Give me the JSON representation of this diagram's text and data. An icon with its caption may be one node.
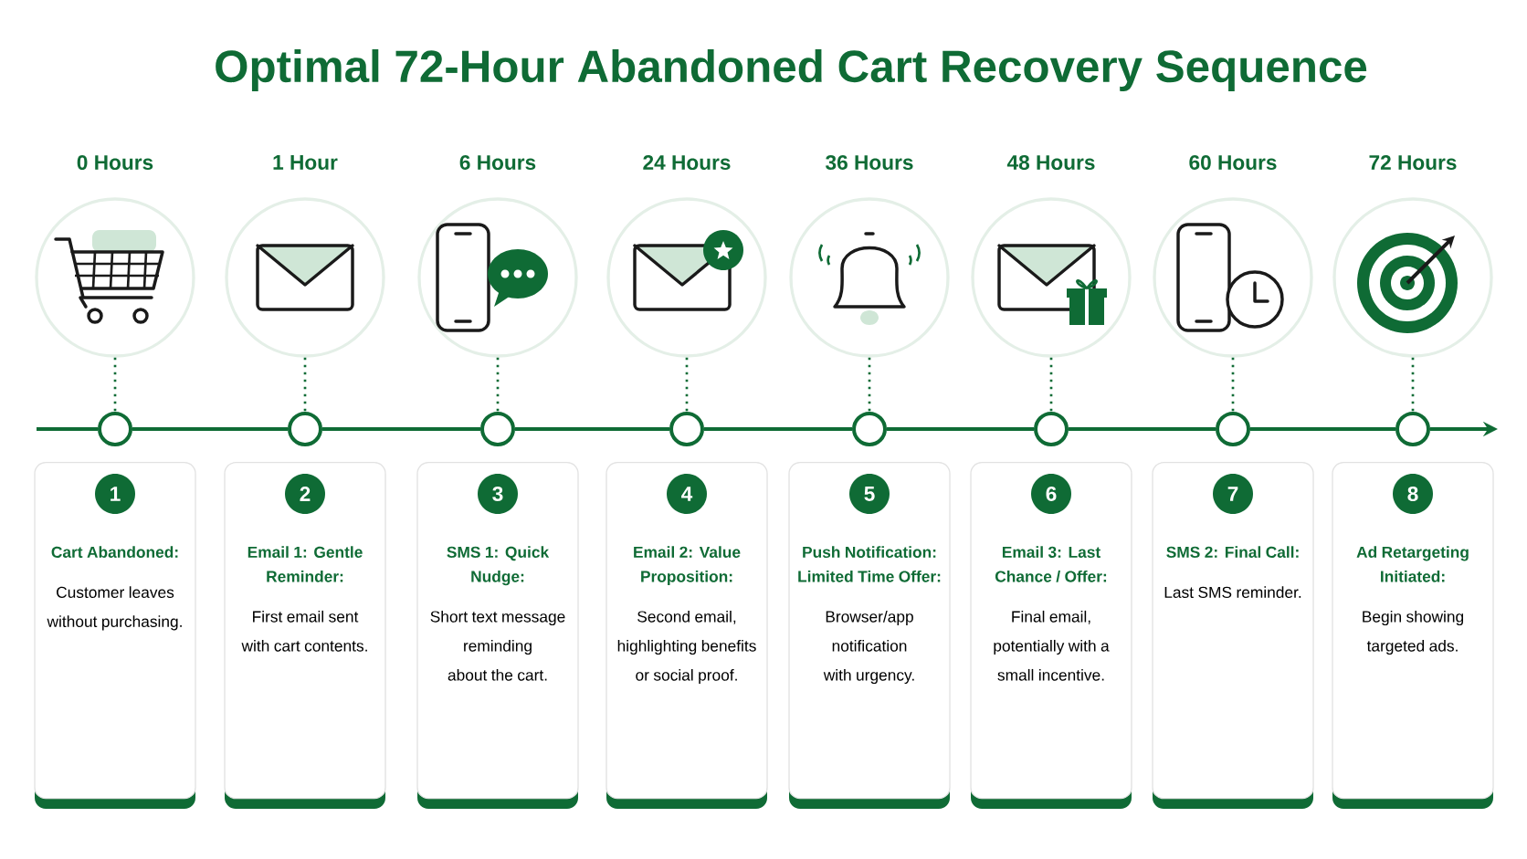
{
  "diagram": {
    "title": "Optimal 72-Hour Abandoned Cart Recovery Sequence",
    "nodes": [
      {
        "text": [],
        "shape": "circle",
        "beside": [
          "0 Hours"
        ]
      },
      {
        "text": [],
        "shape": "circle"
      },
      {
        "text": [
          "Cart Abandoned:",
          "Customer leaves without purchasing."
        ]
      },
      {
        "text": [
          "1"
        ],
        "in": 2
      },
      {
        "text": [],
        "shape": "circle",
        "beside": [
          "1 Hour"
        ]
      },
      {
        "text": [],
        "shape": "circle"
      },
      {
        "text": [
          "Email 1: Gentle Reminder:",
          "First email sent with cart contents."
        ]
      },
      {
        "text": [
          "2"
        ],
        "in": 6
      },
      {
        "text": [],
        "shape": "circle",
        "beside": [
          "6 Hours"
        ]
      },
      {
        "text": [],
        "shape": "circle"
      },
      {
        "text": [
          "SMS 1: Quick Nudge:",
          "Short text message reminding about the cart."
        ]
      },
      {
        "text": [
          "3"
        ],
        "in": 10
      },
      {
        "text": [],
        "shape": "circle",
        "beside": [
          "24 Hours"
        ]
      },
      {
        "text": [],
        "shape": "circle"
      },
      {
        "text": [
          "Email 2: Value Proposition:",
          "Second email, highlighting benefits or social proof."
        ]
      },
      {
        "text": [
          "4"
        ],
        "in": 14
      },
      {
        "text": [],
        "shape": "circle",
        "beside": [
          "36 Hours"
        ]
      },
      {
        "text": [],
        "shape": "circle"
      },
      {
        "text": [
          "Push Notification: Limited Time Offer:",
          "Browser/app notification with urgency."
        ]
      },
      {
        "text": [
          "5"
        ],
        "in": 18
      },
      {
        "text": [],
        "shape": "circle",
        "beside": [
          "48 Hours"
        ]
      },
      {
        "text": [],
        "shape": "circle"
      },
      {
        "text": [
          "Email 3: Last Chance / Offer:",
          "Final email, potentially with a small incentive."
        ]
      },
      {
        "text": [
          "6"
        ],
        "in": 22
      },
      {
        "text": [],
        "shape": "circle",
        "beside": [
          "60 Hours"
        ]
      },
      {
        "text": [],
        "shape": "circle"
      },
      {
        "text": [
          "SMS 2: Final Call:",
          "Last SMS reminder."
        ]
      },
      {
        "text": [
          "7"
        ],
        "in": 26
      },
      {
        "text": [],
        "shape": "circle",
        "beside": [
          "72 Hours"
        ]
      },
      {
        "text": [],
        "shape": "circle"
      },
      {
        "text": [
          "Ad Retargeting Initiated:",
          "Begin showing targeted ads."
        ]
      },
      {
        "text": [
          "8"
        ],
        "in": 30
      }
    ],
    "edges": [
      {
        "from": 0,
        "to": 1,
        "arrow": "none",
        "style": "dashed"
      },
      {
        "from": 4,
        "to": 5,
        "arrow": "none",
        "style": "dashed"
      },
      {
        "from": 8,
        "to": 9,
        "arrow": "none",
        "style": "dashed"
      },
      {
        "from": 12,
        "to": 13,
        "arrow": "none",
        "style": "dashed"
      },
      {
        "from": 16,
        "to": 17,
        "arrow": "none",
        "style": "dashed"
      },
      {
        "from": 20,
        "to": 21,
        "arrow": "none",
        "style": "dashed"
      },
      {
        "from": 24,
        "to": 25,
        "arrow": "none",
        "style": "dashed"
      },
      {
        "from": 28,
        "to": 29,
        "arrow": "none",
        "style": "dashed"
      },
      {
        "from": null,
        "to": 1,
        "arrow": "none"
      },
      {
        "from": 1,
        "to": 5,
        "arrow": "none"
      },
      {
        "from": 5,
        "to": 9,
        "arrow": "none"
      },
      {
        "from": 9,
        "to": 13,
        "arrow": "none"
      },
      {
        "from": 13,
        "to": 17,
        "arrow": "none"
      },
      {
        "from": 17,
        "to": 21,
        "arrow": "none"
      },
      {
        "from": 21,
        "to": 25,
        "arrow": "none"
      },
      {
        "from": 25,
        "to": 29,
        "arrow": "none"
      },
      {
        "from": 29,
        "to": null,
        "arrow": "to"
      }
    ]
  }
}
